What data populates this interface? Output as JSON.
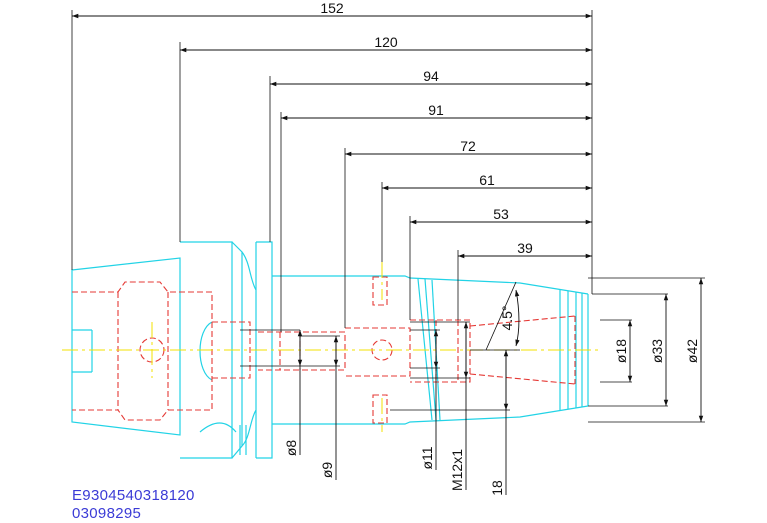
{
  "colors": {
    "outline": "#22d3e6",
    "hidden": "#e53935",
    "centerline": "#f3e000",
    "dimension": "#111111",
    "code_text": "#3b3bd6"
  },
  "dimensions": {
    "len_152": "152",
    "len_120": "120",
    "len_94": "94",
    "len_91": "91",
    "len_72": "72",
    "len_61": "61",
    "len_53": "53",
    "len_39": "39",
    "angle": "4.5°",
    "dia_18": "ø18",
    "dia_33": "ø33",
    "dia_42": "ø42",
    "dia_8": "ø8",
    "dia_9": "ø9",
    "dia_11": "ø11",
    "thread": "M12x1",
    "depth_18": "18"
  },
  "footer": {
    "part_number": "E9304540318120",
    "code": "03098295"
  }
}
